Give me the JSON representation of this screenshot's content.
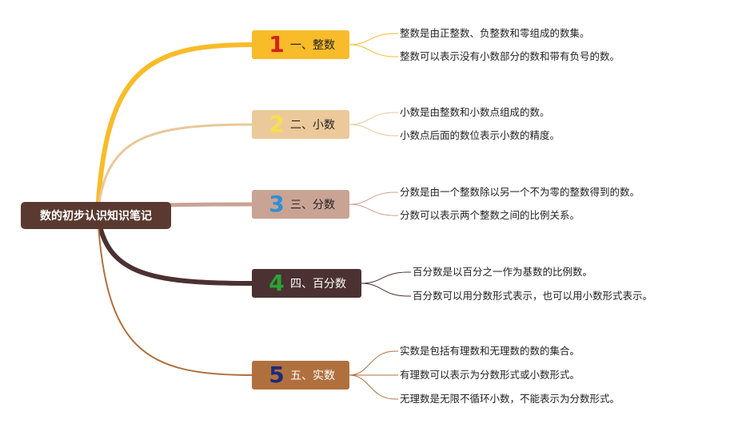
{
  "root": {
    "title": "数的初步认识知识笔记"
  },
  "branches": [
    {
      "num": "1",
      "label": "一、整数",
      "bg": "#f8bb2a",
      "num_color": "#d0231c",
      "text_color": "#222222",
      "line_color": "#f8bb2a",
      "leaves": [
        "整数是由正整数、负整数和零组成的数集。",
        "整数可以表示没有小数部分的数和带有负号的数。"
      ]
    },
    {
      "num": "2",
      "label": "二、小数",
      "bg": "#ecc99a",
      "num_color": "#f5e04a",
      "text_color": "#222222",
      "line_color": "#e8c89a",
      "leaves": [
        "小数是由整数和小数点组成的数。",
        "小数点后面的数位表示小数的精度。"
      ]
    },
    {
      "num": "3",
      "label": "三、分数",
      "bg": "#c9a394",
      "num_color": "#2f8fd8",
      "text_color": "#222222",
      "line_color": "#c9a394",
      "leaves": [
        "分数是由一个整数除以另一个不为零的整数得到的数。",
        "分数可以表示两个整数之间的比例关系。"
      ]
    },
    {
      "num": "4",
      "label": "四、百分数",
      "bg": "#4b3131",
      "num_color": "#2aa338",
      "text_color": "#ffffff",
      "line_color": "#4b3131",
      "leaves": [
        "百分数是以百分之一作为基数的比例数。",
        "百分数可以用分数形式表示，也可以用小数形式表示。"
      ]
    },
    {
      "num": "5",
      "label": "五、实数",
      "bg": "#b0703e",
      "num_color": "#1e2a7a",
      "text_color": "#ffffff",
      "line_color": "#b0703e",
      "leaves": [
        "实数是包括有理数和无理数的数的集合。",
        "有理数可以表示为分数形式或小数形式。",
        "无理数是无限不循环小数，不能表示为分数形式。"
      ]
    }
  ]
}
